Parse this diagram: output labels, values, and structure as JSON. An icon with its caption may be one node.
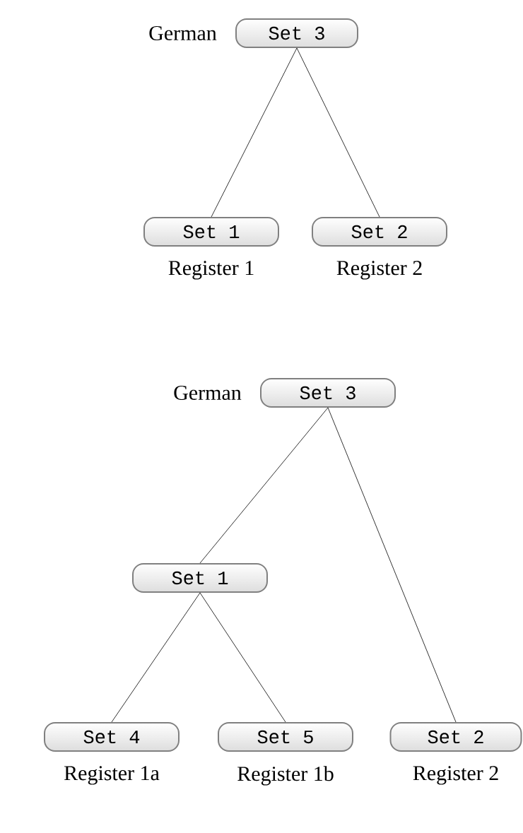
{
  "diagram": {
    "nodes": [
      {
        "text": [
          "Set 3"
        ],
        "beside": [
          "German"
        ]
      },
      {
        "text": [
          "Set 1"
        ],
        "beside": [
          "Register 1"
        ]
      },
      {
        "text": [
          "Set 2"
        ],
        "beside": [
          "Register 2"
        ]
      },
      {
        "text": [
          "Set 3"
        ],
        "beside": [
          "German"
        ]
      },
      {
        "text": [
          "Set 1"
        ]
      },
      {
        "text": [
          "Set 4"
        ],
        "beside": [
          "Register 1a"
        ]
      },
      {
        "text": [
          "Set 5"
        ],
        "beside": [
          "Register 1b"
        ]
      },
      {
        "text": [
          "Set 2"
        ],
        "beside": [
          "Register 2"
        ]
      }
    ],
    "edges": [
      {
        "from": 0,
        "to": 1,
        "arrow": "none"
      },
      {
        "from": 0,
        "to": 2,
        "arrow": "none"
      },
      {
        "from": 3,
        "to": 4,
        "arrow": "none"
      },
      {
        "from": 3,
        "to": 7,
        "arrow": "none"
      },
      {
        "from": 4,
        "to": 5,
        "arrow": "none"
      },
      {
        "from": 4,
        "to": 6,
        "arrow": "none"
      }
    ]
  }
}
